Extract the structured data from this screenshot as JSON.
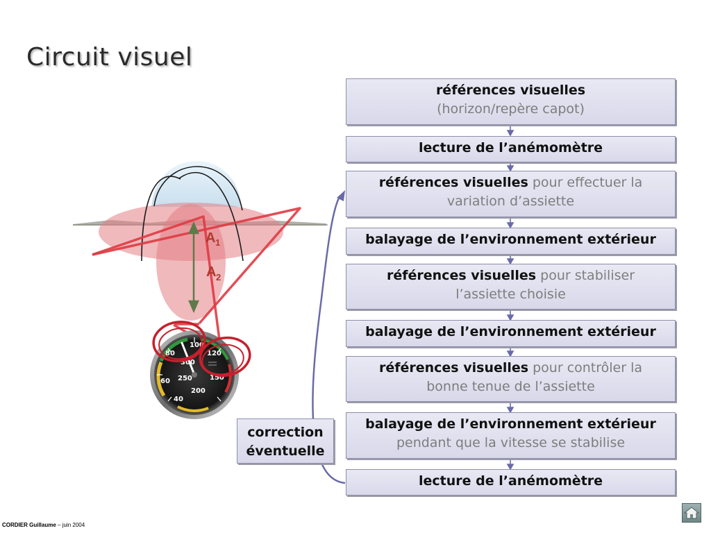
{
  "title": "Circuit visuel",
  "illustration": {
    "label_a1_letter": "A",
    "label_a1_index": "1",
    "label_a2_letter": "A",
    "label_a2_index": "2",
    "gauge_ticks": [
      "100",
      "120",
      "300",
      "150",
      "60",
      "250",
      "200",
      "40",
      "80"
    ]
  },
  "steps": [
    {
      "bold": "références visuelles",
      "rest": "",
      "line2": "(horizon/repère capot)"
    },
    {
      "bold": "lecture de l’anémomètre",
      "rest": "",
      "line2": ""
    },
    {
      "bold": "références visuelles",
      "rest": " pour effectuer la",
      "line2": "variation d’assiette"
    },
    {
      "bold": "balayage de l’environnement extérieur",
      "rest": "",
      "line2": ""
    },
    {
      "bold": "références visuelles",
      "rest": " pour stabiliser",
      "line2": "l’assiette choisie"
    },
    {
      "bold": "balayage de l’environnement extérieur",
      "rest": "",
      "line2": ""
    },
    {
      "bold": "références visuelles",
      "rest": " pour contrôler la",
      "line2": "bonne tenue de l’assiette"
    },
    {
      "bold": "balayage de l’environnement extérieur",
      "rest": "",
      "line2": "pendant que la vitesse se stabilise"
    },
    {
      "bold": "lecture de l’anémomètre",
      "rest": "",
      "line2": ""
    }
  ],
  "correction": {
    "line1": "correction",
    "line2": "éventuelle"
  },
  "footer": {
    "author": "CORDIER Guillaume",
    "date": " – juin 2004"
  },
  "colors": {
    "box_border": "#8d8dab",
    "arrow": "#6a6aa8",
    "highlight_red": "#d9343a",
    "ellipse_pink": "#e89a9a"
  },
  "icons": {
    "home": "home-icon"
  }
}
